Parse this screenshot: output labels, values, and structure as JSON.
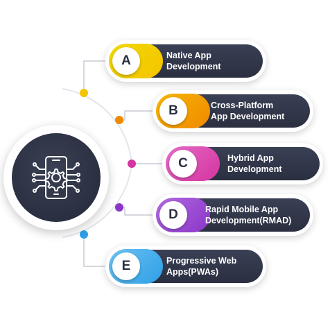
{
  "hub": {
    "icon": "gear-circuit-icon"
  },
  "items": [
    {
      "letter": "A",
      "label": "Native App\nDevelopment",
      "color": "#f5c400",
      "color2": "#f0d900"
    },
    {
      "letter": "B",
      "label": "Cross-Platform\nApp Development",
      "color": "#f08a00",
      "color2": "#f7b500"
    },
    {
      "letter": "C",
      "label": "Hybrid App\nDevelopment",
      "color": "#d4359f",
      "color2": "#e56bc8"
    },
    {
      "letter": "D",
      "label": "Rapid Mobile App\nDevelopment(RMAD)",
      "color": "#8a35c9",
      "color2": "#b26ae0"
    },
    {
      "letter": "E",
      "label": "Progressive Web\nApps(PWAs)",
      "color": "#2e9fe6",
      "color2": "#6cc2f2"
    }
  ]
}
